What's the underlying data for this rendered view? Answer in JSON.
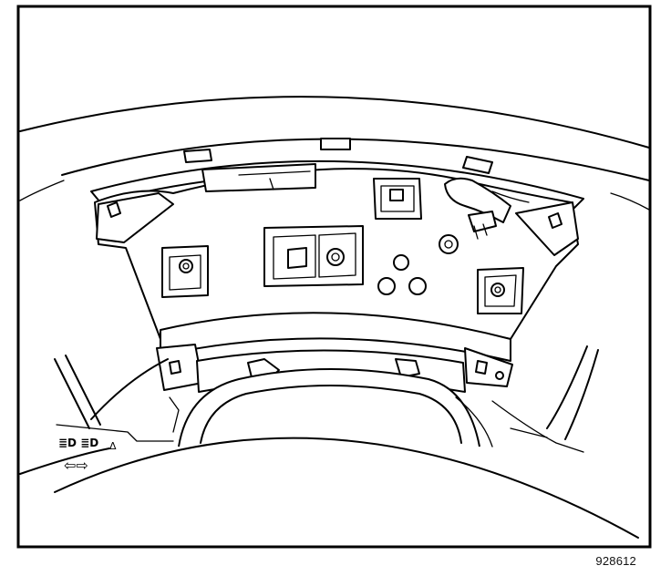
{
  "figure": {
    "id_label": "928612",
    "border_color": "#000000",
    "background_color": "#ffffff"
  },
  "symbols": {
    "headlamp_icons": "≣D ≣D",
    "hazard_icon": "Δ",
    "turn_signal_icons": "⇦⇨"
  }
}
